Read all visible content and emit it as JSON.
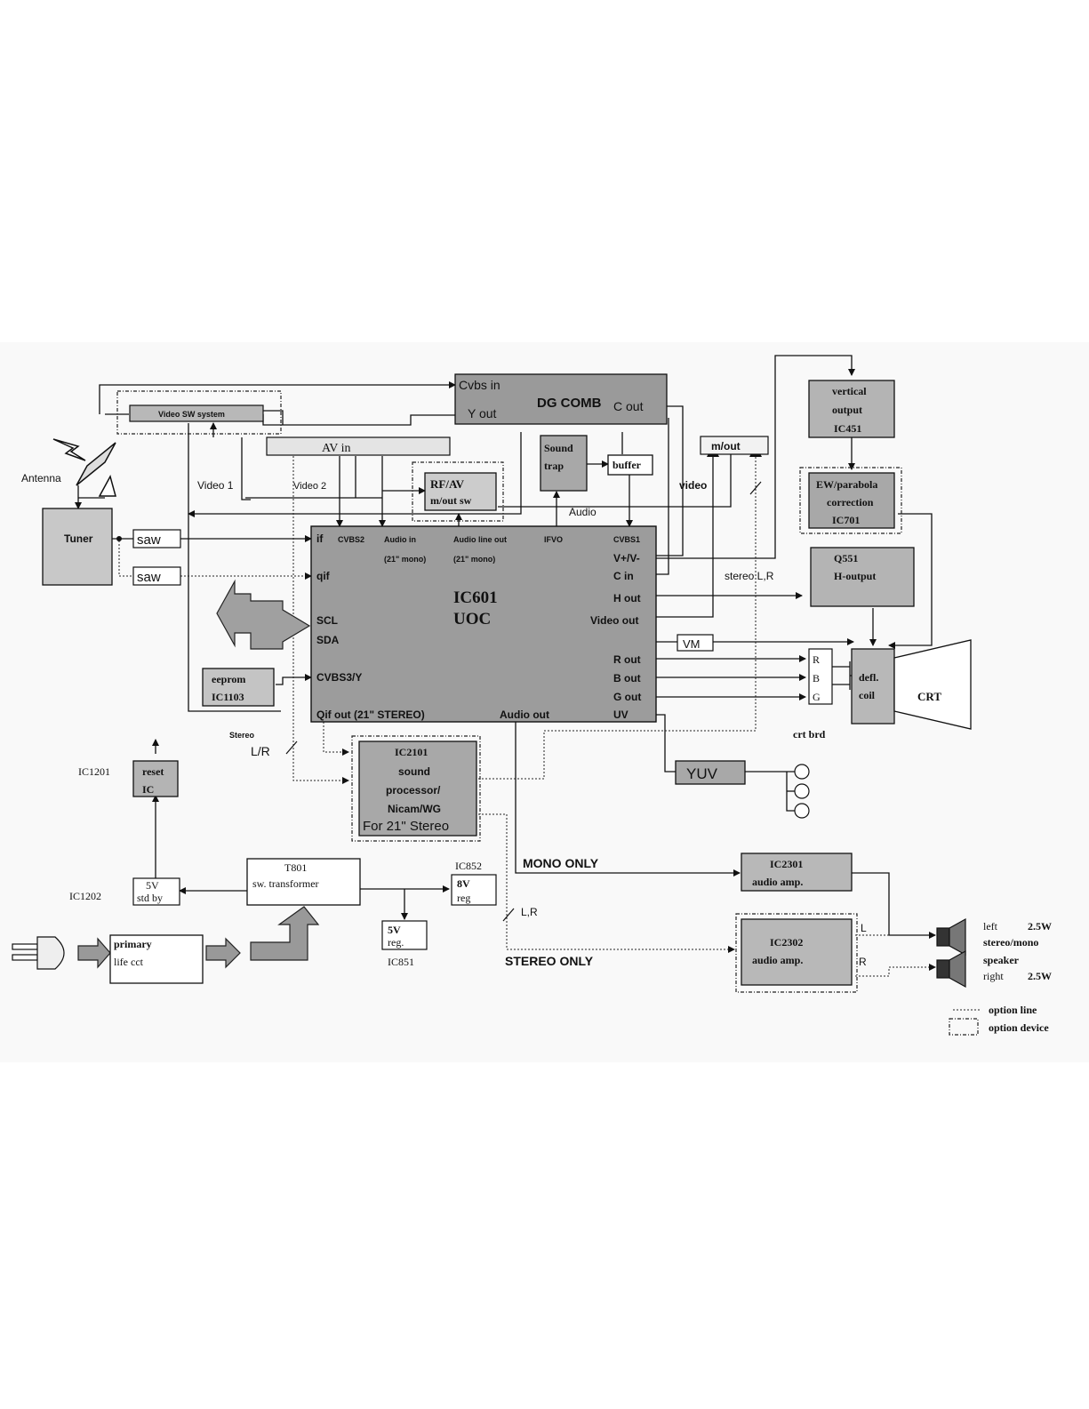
{
  "antenna": "Antenna",
  "tuner": "Tuner",
  "saw1": "saw",
  "saw2": "saw",
  "video_sw": "Video SW system",
  "av_in": "AV in",
  "rfav_1": "RF/AV",
  "rfav_2": "m/out sw",
  "video1": "Video 1",
  "video2": "Video 2",
  "dgcomb": {
    "title": "DG COMB",
    "cvbs_in": "Cvbs in",
    "y_out": "Y out",
    "c_out": "C out"
  },
  "sound_trap": [
    "Sound",
    "trap"
  ],
  "buffer": "buffer",
  "mout": "m/out",
  "video_label": "video",
  "audio_label": "Audio",
  "vertical": [
    "vertical",
    "output",
    "IC451"
  ],
  "ew": [
    "EW/parabola",
    "correction",
    "IC701"
  ],
  "q551": [
    "Q551",
    "H-output"
  ],
  "stereo_lr": "stereo L,R",
  "ic601": {
    "name": "IC601",
    "sub": "UOC",
    "if": "if",
    "cvbs2": "CVBS2",
    "audio_in": "Audio in",
    "audio_in_sub": "(21\" mono)",
    "audio_line_out": "Audio line out",
    "audio_line_out_sub": "(21\" mono)",
    "ifvo": "IFVO",
    "cvbs1": "CVBS1",
    "vpv": "V+/V-",
    "cin": "C in",
    "hout": "H out",
    "video_out": "Video out",
    "qif": "qif",
    "scl": "SCL",
    "sda": "SDA",
    "cvbs3": "CVBS3/Y",
    "rout": "R out",
    "bout": "B out",
    "gout": "G out",
    "uv": "UV",
    "qif_out": "Qif out (21\" STEREO)",
    "audio_out": "Audio out"
  },
  "vm": "VM",
  "eeprom": [
    "eeprom",
    "IC1103"
  ],
  "crt_brd": {
    "r": "R",
    "b": "B",
    "g": "G",
    "label": "crt brd"
  },
  "defl": [
    "defl.",
    "coil"
  ],
  "crt": "CRT",
  "stereo_small": "Stereo",
  "lr": "L/R",
  "ic2101": [
    "IC2101",
    "sound",
    "processor/",
    "Nicam/WG",
    "For 21\" Stereo"
  ],
  "yuv": "YUV",
  "ic1201": "IC1201",
  "reset": [
    "reset",
    "IC"
  ],
  "ic1202": "IC1202",
  "fivev_std": [
    "5V",
    "std by"
  ],
  "t801": [
    "T801",
    "sw. transformer"
  ],
  "ic852": "IC852",
  "eightv": [
    "8V",
    "reg"
  ],
  "fivev_reg": [
    "5V",
    "reg."
  ],
  "ic851": "IC851",
  "lr2": "L,R",
  "mono_only": "MONO ONLY",
  "stereo_only": "STEREO ONLY",
  "ic2301": [
    "IC2301",
    "audio amp."
  ],
  "ic2302": [
    "IC2302",
    "audio amp."
  ],
  "amp_l": "L",
  "amp_r": "R",
  "primary": [
    "primary",
    "life cct"
  ],
  "spk_left": "left",
  "spk_left_w": "2.5W",
  "spk_stereo": "stereo/mono",
  "spk_speaker": "speaker",
  "spk_right": "right",
  "spk_right_w": "2.5W",
  "legend_line": "option line",
  "legend_device": "option device"
}
